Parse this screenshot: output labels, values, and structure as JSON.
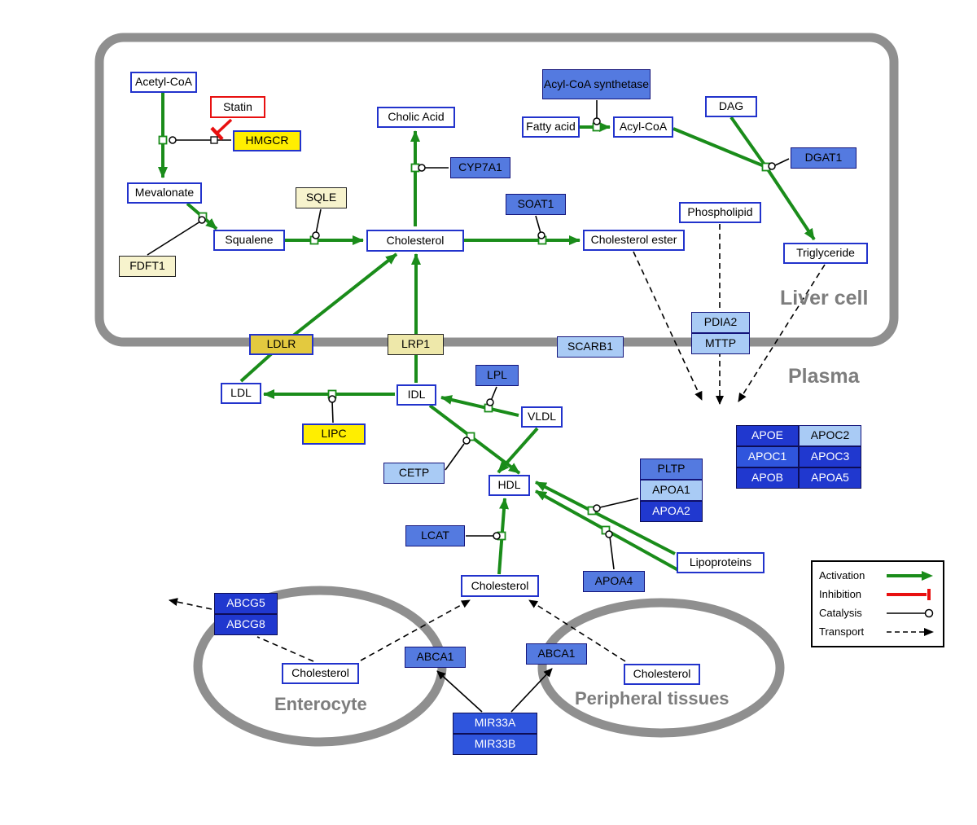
{
  "compartments": {
    "liver": "Liver cell",
    "plasma": "Plasma",
    "enterocyte": "Enterocyte",
    "peripheral": "Peripheral tissues"
  },
  "legend": {
    "activation": "Activation",
    "inhibition": "Inhibition",
    "catalysis": "Catalysis",
    "transport": "Transport"
  },
  "colors": {
    "activation_green": "#1a8c1a",
    "inhibition_red": "#e81010",
    "membrane_gray": "#8f8f8f",
    "gene_blue": "#547ae0",
    "gene_blue_light": "#a9cbf5",
    "gene_blue_dark": "#2038cf",
    "metabolite_border_blue": "#2233cc",
    "enzyme_yellow": "#ffee00"
  },
  "nodes": {
    "acetyl_coa": {
      "label": "Acetyl-CoA"
    },
    "statin": {
      "label": "Statin"
    },
    "hmgcr": {
      "label": "HMGCR"
    },
    "mevalonate": {
      "label": "Mevalonate"
    },
    "sqle": {
      "label": "SQLE"
    },
    "squalene": {
      "label": "Squalene"
    },
    "fdft1": {
      "label": "FDFT1"
    },
    "cholic_acid": {
      "label": "Cholic Acid"
    },
    "cyp7a1": {
      "label": "CYP7A1"
    },
    "cholesterol_liver": {
      "label": "Cholesterol"
    },
    "soat1": {
      "label": "SOAT1"
    },
    "cholesterol_ester": {
      "label": "Cholesterol ester"
    },
    "acyl_coa_synthetase": {
      "label": "Acyl-CoA synthetase"
    },
    "fatty_acid": {
      "label": "Fatty acid"
    },
    "acyl_coa": {
      "label": "Acyl-CoA"
    },
    "dag": {
      "label": "DAG"
    },
    "dgat1": {
      "label": "DGAT1"
    },
    "phospholipid": {
      "label": "Phospholipid"
    },
    "triglyceride": {
      "label": "Triglyceride"
    },
    "ldlr": {
      "label": "LDLR"
    },
    "lrp1": {
      "label": "LRP1"
    },
    "scarb1": {
      "label": "SCARB1"
    },
    "pdia2": {
      "label": "PDIA2"
    },
    "mttp": {
      "label": "MTTP"
    },
    "ldl": {
      "label": "LDL"
    },
    "idl": {
      "label": "IDL"
    },
    "lpl": {
      "label": "LPL"
    },
    "vldl": {
      "label": "VLDL"
    },
    "lipc": {
      "label": "LIPC"
    },
    "cetp": {
      "label": "CETP"
    },
    "hdl": {
      "label": "HDL"
    },
    "pltp": {
      "label": "PLTP"
    },
    "apoa1": {
      "label": "APOA1"
    },
    "apoa2": {
      "label": "APOA2"
    },
    "apoe": {
      "label": "APOE"
    },
    "apoc2": {
      "label": "APOC2"
    },
    "apoc1": {
      "label": "APOC1"
    },
    "apoc3": {
      "label": "APOC3"
    },
    "apob": {
      "label": "APOB"
    },
    "apoa5": {
      "label": "APOA5"
    },
    "lcat": {
      "label": "LCAT"
    },
    "apoa4": {
      "label": "APOA4"
    },
    "lipoproteins": {
      "label": "Lipoproteins"
    },
    "cholesterol_plasma": {
      "label": "Cholesterol"
    },
    "abcg5": {
      "label": "ABCG5"
    },
    "abcg8": {
      "label": "ABCG8"
    },
    "cholesterol_enterocyte": {
      "label": "Cholesterol"
    },
    "abca1_enterocyte": {
      "label": "ABCA1"
    },
    "abca1_peripheral": {
      "label": "ABCA1"
    },
    "cholesterol_peripheral": {
      "label": "Cholesterol"
    },
    "mir33a": {
      "label": "MIR33A"
    },
    "mir33b": {
      "label": "MIR33B"
    }
  },
  "edges": [
    {
      "from": "Acetyl-CoA",
      "to": "Mevalonate",
      "type": "conversion",
      "catalyst": "HMGCR",
      "inhibitor": "Statin"
    },
    {
      "from": "Mevalonate",
      "to": "Squalene",
      "type": "conversion",
      "catalyst": "FDFT1"
    },
    {
      "from": "Squalene",
      "to": "Cholesterol",
      "type": "conversion",
      "catalyst": "SQLE"
    },
    {
      "from": "Cholesterol",
      "to": "Cholic Acid",
      "type": "conversion",
      "catalyst": "CYP7A1"
    },
    {
      "from": "Cholesterol",
      "to": "Cholesterol ester",
      "type": "conversion",
      "catalyst": "SOAT1"
    },
    {
      "from": "Fatty acid",
      "to": "Acyl-CoA",
      "type": "conversion",
      "catalyst": "Acyl-CoA synthetase"
    },
    {
      "from": "Acyl-CoA",
      "to": "Triglyceride",
      "type": "conversion",
      "catalyst": "DGAT1"
    },
    {
      "from": "DAG",
      "to": "Triglyceride",
      "type": "conversion",
      "catalyst": "DGAT1"
    },
    {
      "from": "LDL",
      "to": "Cholesterol (liver)",
      "type": "uptake",
      "via": "LDLR"
    },
    {
      "from": "IDL",
      "to": "Cholesterol (liver)",
      "type": "uptake",
      "via": "LRP1"
    },
    {
      "from": "VLDL",
      "to": "IDL",
      "type": "conversion",
      "catalyst": "LPL"
    },
    {
      "from": "IDL",
      "to": "LDL",
      "type": "conversion",
      "catalyst": "LIPC"
    },
    {
      "from": "IDL",
      "to": "HDL",
      "type": "conversion",
      "catalyst": "CETP"
    },
    {
      "from": "VLDL",
      "to": "HDL",
      "type": "conversion"
    },
    {
      "from": "Cholesterol (plasma)",
      "to": "HDL",
      "type": "conversion",
      "catalyst": "LCAT"
    },
    {
      "from": "Lipoproteins",
      "to": "HDL",
      "type": "conversion",
      "catalyst": "PLTP / APOA1 / APOA2"
    },
    {
      "from": "Lipoproteins",
      "to": "HDL",
      "type": "conversion",
      "catalyst": "APOA4"
    },
    {
      "from": "Phospholipid",
      "to": "Plasma",
      "type": "transport"
    },
    {
      "from": "Cholesterol ester",
      "to": "Plasma",
      "type": "transport"
    },
    {
      "from": "Triglyceride",
      "to": "Plasma",
      "type": "transport"
    },
    {
      "from": "Cholesterol (enterocyte)",
      "to": "ABCG5/ABCG8 efflux",
      "type": "transport"
    },
    {
      "from": "Cholesterol (enterocyte)",
      "to": "Cholesterol (plasma)",
      "type": "transport",
      "via": "ABCA1"
    },
    {
      "from": "Cholesterol (peripheral)",
      "to": "Cholesterol (plasma)",
      "type": "transport",
      "via": "ABCA1"
    },
    {
      "from": "MIR33A / MIR33B",
      "to": "ABCA1",
      "type": "regulation"
    }
  ]
}
